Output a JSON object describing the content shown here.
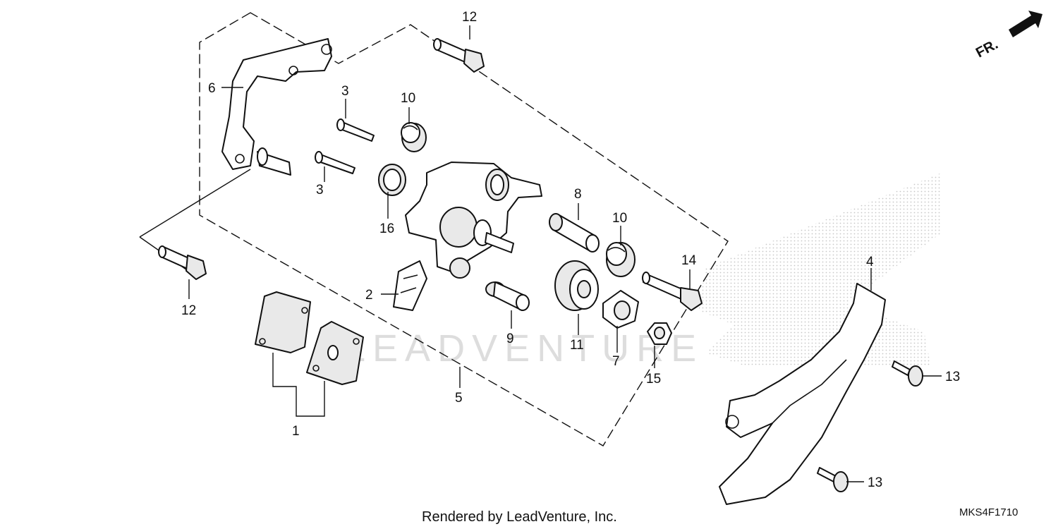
{
  "diagram": {
    "callouts": [
      "1",
      "2",
      "3",
      "3",
      "4",
      "5",
      "6",
      "7",
      "8",
      "9",
      "10",
      "10",
      "11",
      "12",
      "12",
      "13",
      "13",
      "14",
      "15",
      "16"
    ],
    "direction_label": "FR.",
    "watermark": "LEADVENTURE",
    "footer": "Rendered by LeadVenture, Inc.",
    "diagram_code": "MKS4F1710"
  }
}
